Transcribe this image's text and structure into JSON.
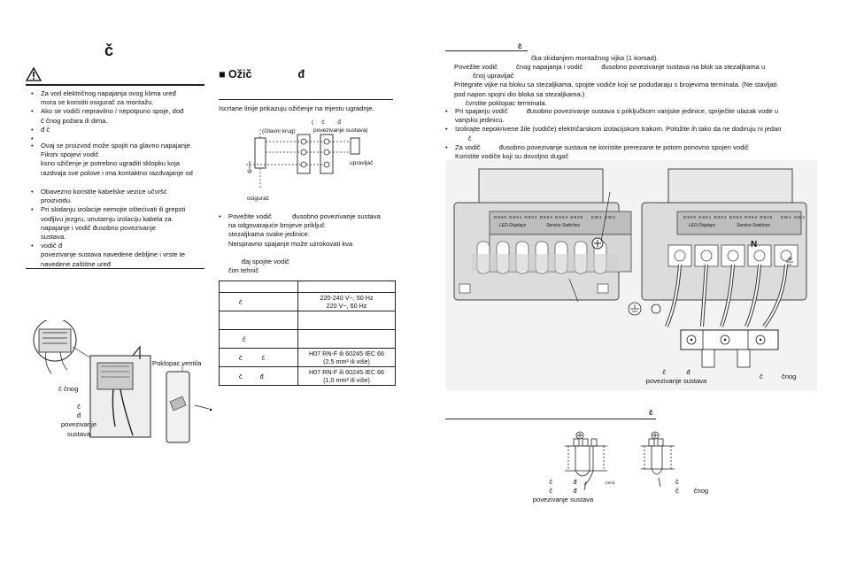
{
  "left": {
    "title_char": "č",
    "warning_lines": [
      "Za vod električnog napajanja ovog klima uređ",
      "mora se koristiti osigurač za montažu.",
      "Ako se vodiči nepravilno / nepotpuno spoje, dođ",
      "č        čnog požara ili dima.",
      "                đ                              č"
    ],
    "para2_lines": [
      "Ovaj se proizvod može spojiti na glavno napajanje.",
      "Fiksni spojevi vodič",
      "     ksno ožičenje je potrebno ugraditi sklopku koja",
      "razdvaja sve polove i ima kontaktno razdvajanje od"
    ],
    "para3_lines": [
      "Obavezno koristite kabelske vezice učvršć",
      "proizvodu.",
      "Pri skidanju izolacije nemojte oštećivati ili grepsti",
      "vodljivu jezgru, unutarnju izolaciju kabela za",
      "napajanje i vodič          đusobno povezivanje",
      "sustava.",
      "                          vodič          đ",
      "povezivanje sustava navedene debljine i vrste te",
      "navedene zaštitne uređ"
    ],
    "fig": {
      "valve_cover": "Poklopac ventila",
      "lbl_power": "č        čnog",
      "lbl_inter_1": "č",
      "lbl_inter_2": "đ",
      "lbl_inter_3": "povezivanje",
      "lbl_inter_4": "sustava"
    }
  },
  "middle": {
    "heading": "■ Ožič               đ",
    "intro": "Iscrtane linije prikazuju ožičenje na mjestu ugradnje.",
    "diagram": {
      "main_circuit": "(Glavni krug)",
      "inter_top": "(     č        đ",
      "inter_bottom": "povezivanje sustava)",
      "fuse": "osigurač",
      "controller": "upravljač"
    },
    "note_lines": [
      "Povežite vodič           đusobno povezivanje sustava",
      "na odgovarajuće brojeve priključ",
      "stezaljkama svake jedinice.",
      "Neispravno spajanje može uzrokovati kva",
      "",
      "       đaj spojite vodič",
      "čim tehnič"
    ],
    "table": {
      "rows": [
        [
          "",
          ""
        ],
        [
          "č",
          "220-240 V~, 50 Hz\n220 V~, 60 Hz"
        ],
        [
          "",
          ""
        ],
        [
          "č",
          ""
        ],
        [
          "č           č",
          "H07 RN-F ili 60245 IEC 66\n(2,5 mm² ili više)"
        ],
        [
          "č          đ",
          "H07 RN-F ili 60245 IEC 66\n(1,0 mm² ili više)"
        ]
      ]
    }
  },
  "right": {
    "heading1": "č",
    "line1": "čka skidanjem montažnog vijka (1 komad).",
    "steps": [
      "Povežite vodič          čnog napajanja i vodič          đusobno povezivanje sustava na blok sa stezaljkama u",
      "          čnoj upravljač",
      "Pritegnite vijke na bloku sa stezaljkama, spojite vodiče koji se podudaraju s brojevima terminala. (Ne stavljati",
      "pod napon spojni dio bloka sa stezaljkama.)",
      "      čvrstite poklopac terminala."
    ],
    "bullets": [
      [
        "Pri spajanju vodič          đusobno povezivanje sustava s priključkom vanjske jedinice, spriječite ulazak vode u",
        "vanjsku jedinicu."
      ],
      [
        "Izolirajte nepokrivene žile (vodiče) električarskom izolacijskom trakom. Položite ih tako da ne dodiruju ni jedan",
        "       č"
      ],
      [
        "Za vodič          đusobno povezivanje sustava ne koristite prerezane te potom ponovno spojen vodič",
        "Koristite vodiče koji su dovoljno dugač"
      ]
    ],
    "unit_labels": {
      "led": "LED Displays",
      "service": "Service Switches",
      "leds": [
        "D800",
        "D801",
        "D802",
        "D803",
        "D804",
        "D805"
      ],
      "sw": [
        "SW1",
        "SW2"
      ],
      "n": "N",
      "inter_a": "č           đ",
      "inter_b": "povezivanje sustava",
      "power": "č          čnog"
    },
    "heading2": "č",
    "bottom_labels": {
      "inter_a": "č           đ",
      "inter_b": "povezivanje sustava",
      "power_a": "č",
      "power_b": "č        čnog",
      "mm": "(mm)"
    }
  }
}
